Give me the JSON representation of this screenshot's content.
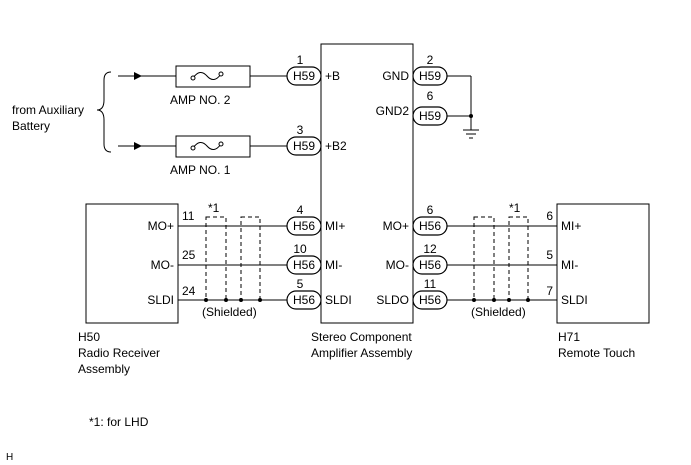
{
  "battery_label_line1": "from Auxiliary",
  "battery_label_line2": "Battery",
  "fuses": [
    {
      "name": "AMP NO. 2"
    },
    {
      "name": "AMP NO. 1"
    }
  ],
  "center_unit": {
    "name_line1": "Stereo Component",
    "name_line2": "Amplifier Assembly",
    "left_pins": [
      {
        "pin": "1",
        "connector": "H59",
        "signal": "+B"
      },
      {
        "pin": "3",
        "connector": "H59",
        "signal": "+B2"
      },
      {
        "pin": "4",
        "connector": "H56",
        "signal": "MI+"
      },
      {
        "pin": "10",
        "connector": "H56",
        "signal": "MI-"
      },
      {
        "pin": "5",
        "connector": "H56",
        "signal": "SLDI"
      }
    ],
    "right_pins": [
      {
        "pin": "2",
        "connector": "H59",
        "signal": "GND"
      },
      {
        "pin": "6",
        "connector": "H59",
        "signal": "GND2"
      },
      {
        "pin": "6",
        "connector": "H56",
        "signal": "MO+"
      },
      {
        "pin": "12",
        "connector": "H56",
        "signal": "MO-"
      },
      {
        "pin": "11",
        "connector": "H56",
        "signal": "SLDO"
      }
    ]
  },
  "radio_receiver": {
    "code": "H50",
    "name_line1": "Radio Receiver",
    "name_line2": "Assembly",
    "pins": [
      {
        "pin": "11",
        "signal": "MO+"
      },
      {
        "pin": "25",
        "signal": "MO-"
      },
      {
        "pin": "24",
        "signal": "SLDI"
      }
    ]
  },
  "remote_touch": {
    "code": "H71",
    "name": "Remote Touch",
    "pins": [
      {
        "pin": "6",
        "signal": "MI+"
      },
      {
        "pin": "5",
        "signal": "MI-"
      },
      {
        "pin": "7",
        "signal": "SLDI"
      }
    ]
  },
  "shield_marks": [
    "*1",
    "*1"
  ],
  "shielded_labels": [
    "(Shielded)",
    "(Shielded)"
  ],
  "footnote": "*1: for LHD",
  "corner_mark": "H"
}
